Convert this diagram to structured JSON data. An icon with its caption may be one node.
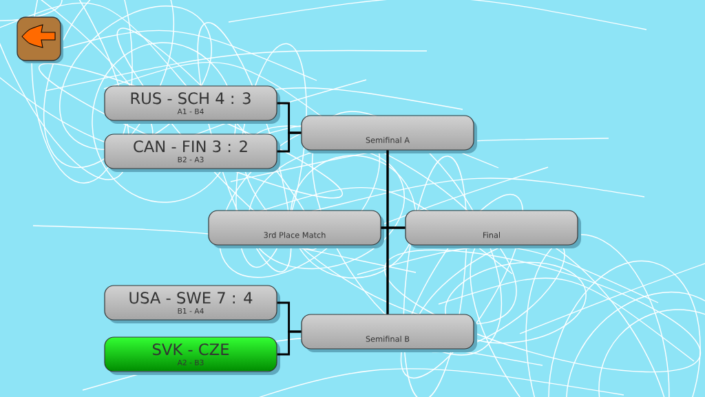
{
  "diagram": {
    "nodes": [
      {
        "text": [
          "RUS - SCH 4 : 3",
          "A1 - B4"
        ]
      },
      {
        "text": [
          "CAN - FIN 3 : 2",
          "B2 - A3"
        ]
      },
      {
        "text": [
          "Semifinal A"
        ]
      },
      {
        "text": [
          "3rd Place Match"
        ]
      },
      {
        "text": [
          "Final"
        ]
      },
      {
        "text": [
          "USA - SWE 7 : 4",
          "B1 - A4"
        ]
      },
      {
        "text": [
          "SVK - CZE",
          "A2 - B3"
        ]
      },
      {
        "text": [
          "Semifinal B"
        ]
      }
    ],
    "edges": [
      {
        "from": 0,
        "to": 2,
        "arrow": "none"
      },
      {
        "from": 1,
        "to": 2,
        "arrow": "none"
      },
      {
        "from": 2,
        "to": 3,
        "arrow": "none"
      },
      {
        "from": 2,
        "to": 4,
        "arrow": "none"
      },
      {
        "from": 7,
        "to": 3,
        "arrow": "none"
      },
      {
        "from": 7,
        "to": 4,
        "arrow": "none"
      },
      {
        "from": 5,
        "to": 7,
        "arrow": "none"
      },
      {
        "from": 6,
        "to": 7,
        "arrow": "none"
      }
    ]
  }
}
